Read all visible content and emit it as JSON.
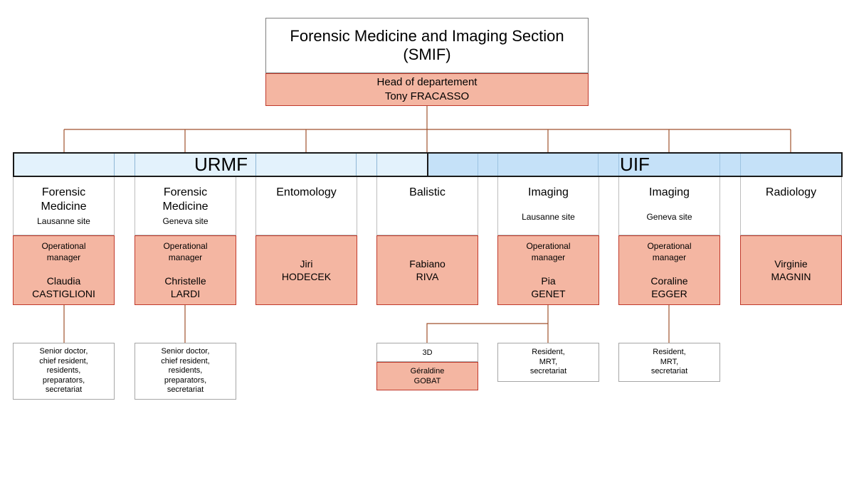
{
  "header": {
    "title": "Forensic Medicine and Imaging Section\n(SMIF)",
    "head_role": "Head of departement",
    "head_name": "Tony FRACASSO"
  },
  "units": {
    "urmf": "URMF",
    "uif": "UIF"
  },
  "columns": [
    {
      "name": "Forensic\nMedicine",
      "site": "Lausanne site",
      "role": "Operational\nmanager",
      "person": "Claudia\nCASTIGLIONI"
    },
    {
      "name": "Forensic\nMedicine",
      "site": "Geneva site",
      "role": "Operational\nmanager",
      "person": "Christelle\nLARDI"
    },
    {
      "name": "Entomology",
      "site": "",
      "role": "",
      "person": "Jiri\nHODECEK"
    },
    {
      "name": "Balistic",
      "site": "",
      "role": "",
      "person": "Fabiano\nRIVA"
    },
    {
      "name": "Imaging",
      "site": "Lausanne site",
      "role": "Operational\nmanager",
      "person": "Pia\nGENET"
    },
    {
      "name": "Imaging",
      "site": "Geneva site",
      "role": "Operational\nmanager",
      "person": "Coraline\nEGGER"
    },
    {
      "name": "Radiology",
      "site": "",
      "role": "",
      "person": "Virginie\nMAGNIN"
    }
  ],
  "staff": {
    "fm_lausanne": "Senior doctor,\nchief resident,\nresidents,\npreparators,\nsecretariat",
    "fm_geneva": "Senior doctor,\nchief resident,\nresidents,\npreparators,\nsecretariat",
    "imaging_lausanne": "Resident,\nMRT,\nsecretariat",
    "imaging_geneva": "Resident,\nMRT,\nsecretariat"
  },
  "three_d": {
    "label": "3D",
    "person": "Géraldine\nGOBAT"
  },
  "colors": {
    "manager_fill": "#f4b6a2",
    "manager_border": "#c0392b",
    "connector": "#a0522d",
    "urmf_band": "#e3f2fc",
    "uif_band": "#c5e1f8"
  }
}
